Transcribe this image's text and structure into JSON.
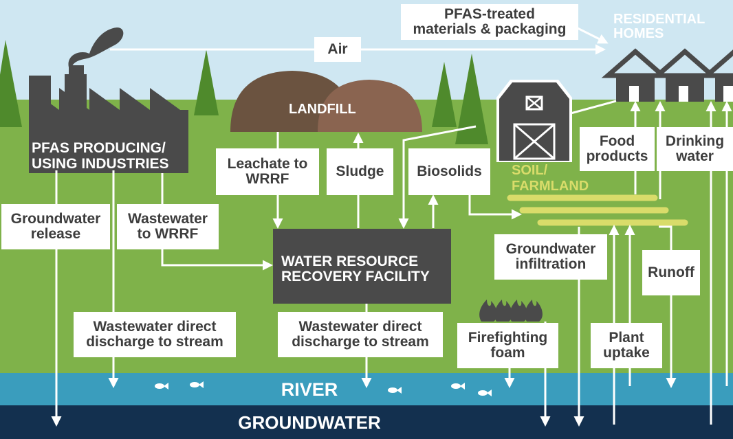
{
  "colors": {
    "sky": "#cfe7f2",
    "grass": "#7fb24a",
    "tree": "#4f8a2c",
    "dark_gray": "#4a4a4a",
    "landfill_left": "#6b5340",
    "landfill_right": "#8a6450",
    "river": "#3a9dbd",
    "groundwater": "#13304f",
    "soil_stripe": "#d9dc6a",
    "arrow": "#ffffff"
  },
  "nodes": {
    "industries": "PFAS PRODUCING/\nUSING INDUSTRIES",
    "landfill": "LANDFILL",
    "wrrf": "WATER RESOURCE\nRECOVERY FACILITY",
    "soil": "SOIL/\nFARMLAND",
    "homes": "RESIDENTIAL\nHOMES",
    "river": "RIVER",
    "groundwater": "GROUNDWATER"
  },
  "flows": {
    "pfas_materials": "PFAS-treated\nmaterials & packaging",
    "air": "Air",
    "leachate": "Leachate to\nWRRF",
    "sludge": "Sludge",
    "biosolids": "Biosolids",
    "food_products": "Food\nproducts",
    "drinking_water": "Drinking\nwater",
    "groundwater_release": "Groundwater\nrelease",
    "wastewater_to_wrrf": "Wastewater\nto WRRF",
    "groundwater_infiltration": "Groundwater\ninfiltration",
    "runoff": "Runoff",
    "direct_discharge_industry": "Wastewater direct\ndischarge to stream",
    "direct_discharge_wrrf": "Wastewater direct\ndischarge to stream",
    "firefighting_foam": "Firefighting\nfoam",
    "plant_uptake": "Plant\nuptake"
  },
  "icons": [
    "factory-icon",
    "smoke-icon",
    "tree-icon",
    "barn-icon",
    "house-icon",
    "fire-icon",
    "fish-icon"
  ]
}
